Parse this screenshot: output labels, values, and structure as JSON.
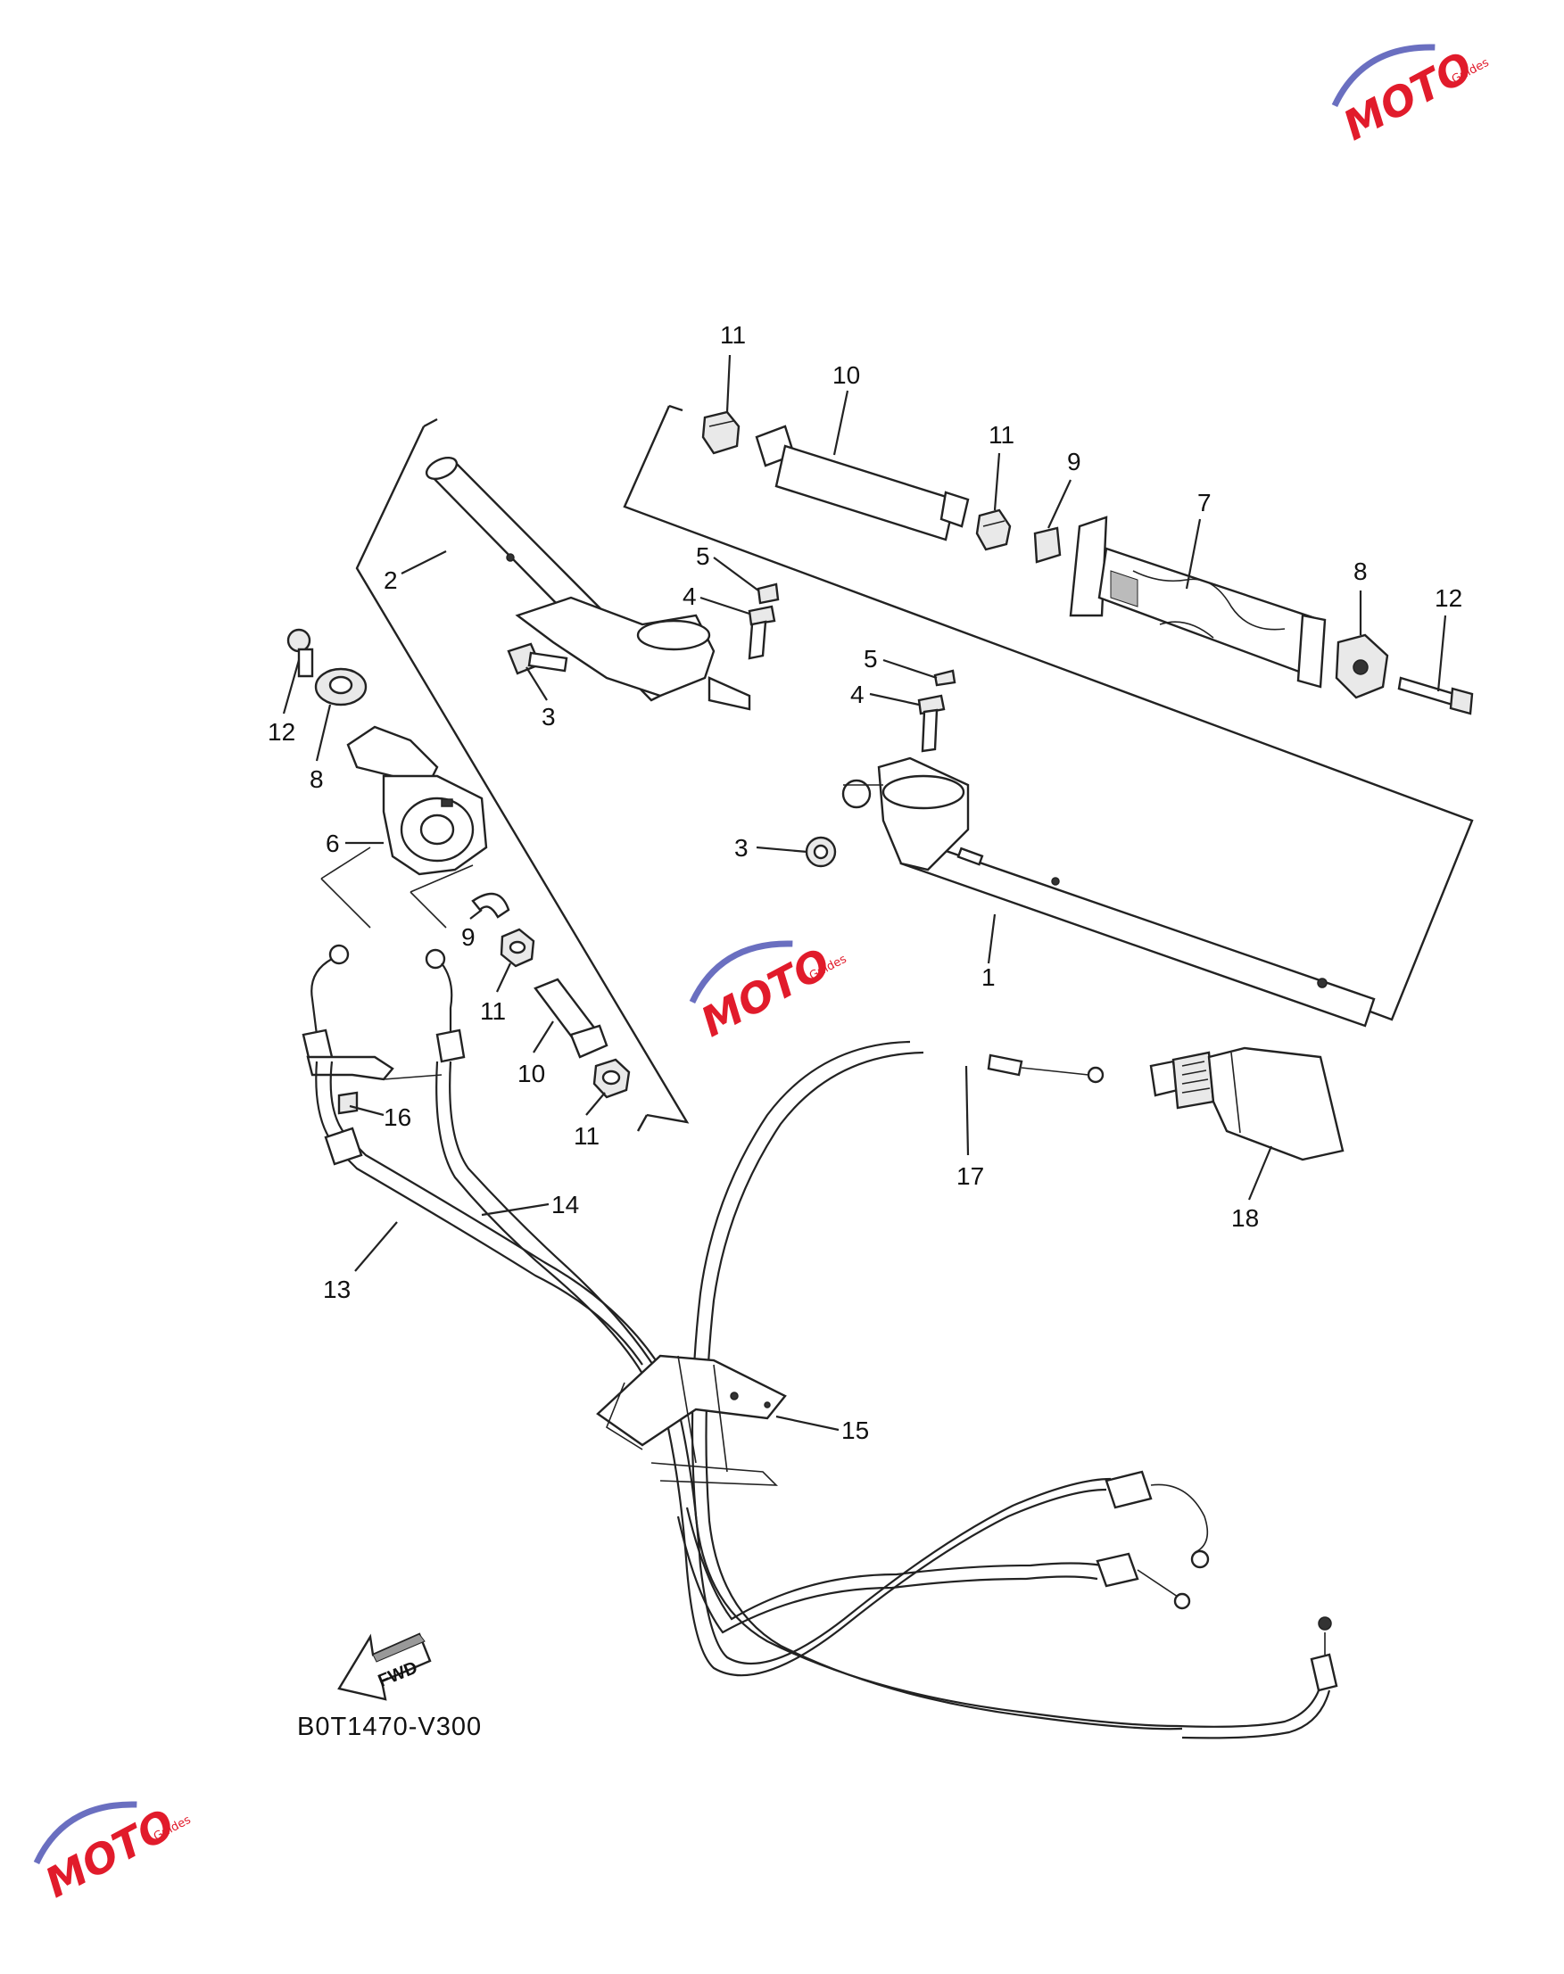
{
  "diagram": {
    "code": "B0T1470-V300",
    "fwd_label": "FWD",
    "watermark": {
      "text": "MOTO",
      "subtext": "Guides"
    },
    "callouts": {
      "c11_top": "11",
      "c10_top": "10",
      "c11_mid": "11",
      "c9_top": "9",
      "c7": "7",
      "c8_right": "8",
      "c12_right": "12",
      "c5_left": "5",
      "c4_left": "4",
      "c2": "2",
      "c3_left": "3",
      "c5_right": "5",
      "c4_right": "4",
      "c3_right": "3",
      "c1": "1",
      "c12_left": "12",
      "c8_left": "8",
      "c6": "6",
      "c9_left": "9",
      "c11_left": "11",
      "c10_left": "10",
      "c11_bottom": "11",
      "c16": "16",
      "c14": "14",
      "c13": "13",
      "c17": "17",
      "c18": "18",
      "c15": "15"
    }
  }
}
